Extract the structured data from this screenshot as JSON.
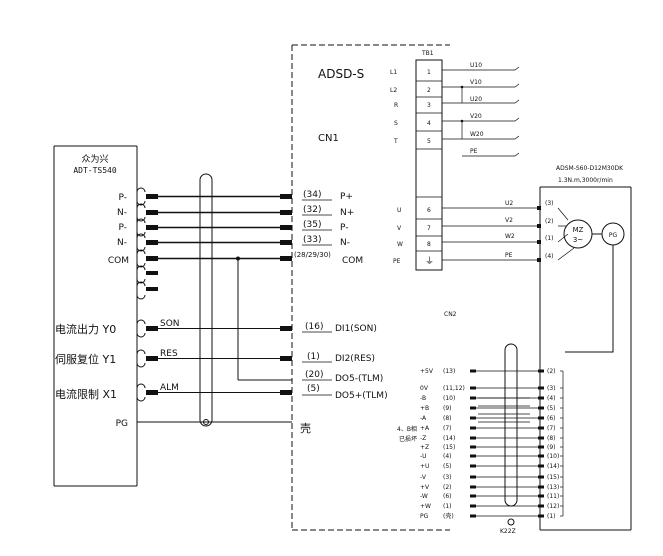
{
  "controller": {
    "brand": "众为兴",
    "model": "ADT-TS540",
    "pins": [
      "P-",
      "N-",
      "P-",
      "N-",
      "COM"
    ],
    "io": [
      {
        "label": "电流出力 Y0",
        "wire": "SON"
      },
      {
        "label": "伺服复位 Y1",
        "wire": "RES"
      },
      {
        "label": "电流限制 X1",
        "wire": "ALM"
      }
    ],
    "pg": "PG"
  },
  "drive": {
    "title": "ADSD-S",
    "cn1": "CN1",
    "cn2": "CN2",
    "tb1": "TB1",
    "shell": "壳",
    "cn1_pins": [
      {
        "num": "(34)",
        "sig": "P+"
      },
      {
        "num": "(32)",
        "sig": "N+"
      },
      {
        "num": "(35)",
        "sig": "P-"
      },
      {
        "num": "(33)",
        "sig": "N-"
      },
      {
        "num": "(28/29/30)",
        "sig": "COM"
      }
    ],
    "cn1_io": [
      {
        "num": "(16)",
        "sig": "DI1(SON)"
      },
      {
        "num": "(1)",
        "sig": "DI2(RES)"
      },
      {
        "num": "(20)",
        "sig": "DO5-(TLM)"
      },
      {
        "num": "(5)",
        "sig": "DO5+(TLM)"
      }
    ],
    "tb1_rows": [
      {
        "lbl": "L1",
        "num": "1",
        "wire": "U10"
      },
      {
        "lbl": "L2",
        "num": "2",
        "wire": "V10"
      },
      {
        "lbl": "R",
        "num": "3",
        "wire": "U20"
      },
      {
        "lbl": "S",
        "num": "4",
        "wire": "V20"
      },
      {
        "lbl": "T",
        "num": "5",
        "wire": "W20"
      },
      {
        "lbl": "",
        "num": "",
        "wire": "PE"
      }
    ],
    "motor_rows": [
      {
        "lbl": "U",
        "num": "6",
        "wire": "U2",
        "pin": "(3)"
      },
      {
        "lbl": "V",
        "num": "7",
        "wire": "V2",
        "pin": "(2)"
      },
      {
        "lbl": "W",
        "num": "8",
        "wire": "W2",
        "pin": "(1)"
      },
      {
        "lbl": "PE",
        "num": "⏚",
        "wire": "PE",
        "pin": "(4)"
      }
    ]
  },
  "motor": {
    "model": "ADSM-S60-D12M30DK",
    "spec": "1.3N.m,3000r/min",
    "label_top": "MZ",
    "label_bot": "3~",
    "encoder": "PG"
  },
  "encoder": {
    "left_labels": [
      "+5V",
      "0V",
      "-B",
      "+B",
      "-A",
      "+A",
      "-Z",
      "+Z",
      "-U",
      "+U",
      "-V",
      "+V",
      "-W",
      "+W",
      "PG"
    ],
    "left_pins": [
      "(13)",
      "(11,12)",
      "(10)",
      "(9)",
      "(8)",
      "(7)",
      "(14)",
      "(15)",
      "(4)",
      "(5)",
      "(3)",
      "(2)",
      "(6)",
      "(1)",
      "(壳)"
    ],
    "right_pins": [
      "(2)",
      "(3)",
      "(4)",
      "(5)",
      "(6)",
      "(7)",
      "(8)",
      "(9)",
      "(10)",
      "(14)",
      "(15)",
      "(13)",
      "(11)",
      "(12)",
      "(1)"
    ],
    "note_line1": "4、B相",
    "note_line2": "已损坏",
    "cable": "K22Z"
  }
}
